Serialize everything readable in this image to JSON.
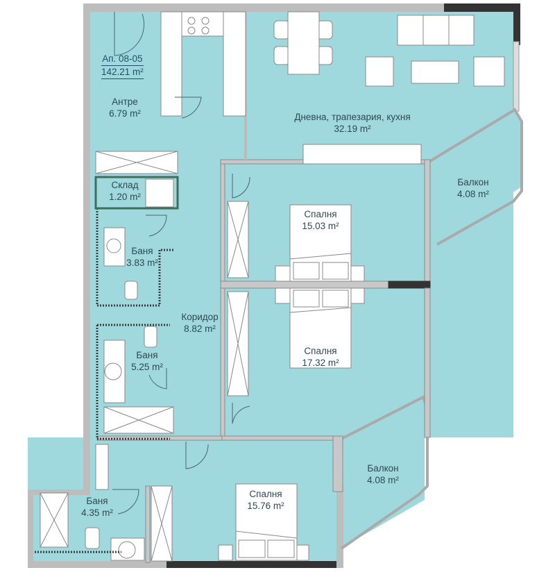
{
  "plan": {
    "apartment": {
      "code": "Ап. 08-05",
      "total_area": "142.21 m²"
    },
    "colors": {
      "floor": "#9fd8dd",
      "wall": "#bfbfbf",
      "exterior_wall": "#333333",
      "furniture": "#ffffff",
      "text": "#2c4a52",
      "bath_wall": "#3f6e5f"
    },
    "rooms": [
      {
        "id": "entrance",
        "name": "Антре",
        "area": "6.79 m²"
      },
      {
        "id": "living",
        "name": "Дневна, трапезария, кухня",
        "area": "32.19 m²"
      },
      {
        "id": "balcony1",
        "name": "Балкон",
        "area": "4.08 m²"
      },
      {
        "id": "storage",
        "name": "Склад",
        "area": "1.20 m²"
      },
      {
        "id": "bath1",
        "name": "Баня",
        "area": "3.83 m²"
      },
      {
        "id": "bedroom1",
        "name": "Спалня",
        "area": "15.03 m²"
      },
      {
        "id": "corridor",
        "name": "Коридор",
        "area": "8.82 m²"
      },
      {
        "id": "bath2",
        "name": "Баня",
        "area": "5.25 m²"
      },
      {
        "id": "bedroom2",
        "name": "Спалня",
        "area": "17.32 m²"
      },
      {
        "id": "balcony2",
        "name": "Балкон",
        "area": "4.08 m²"
      },
      {
        "id": "bath3",
        "name": "Баня",
        "area": "4.35 m²"
      },
      {
        "id": "bedroom3",
        "name": "Спалня",
        "area": "15.76 m²"
      }
    ]
  }
}
